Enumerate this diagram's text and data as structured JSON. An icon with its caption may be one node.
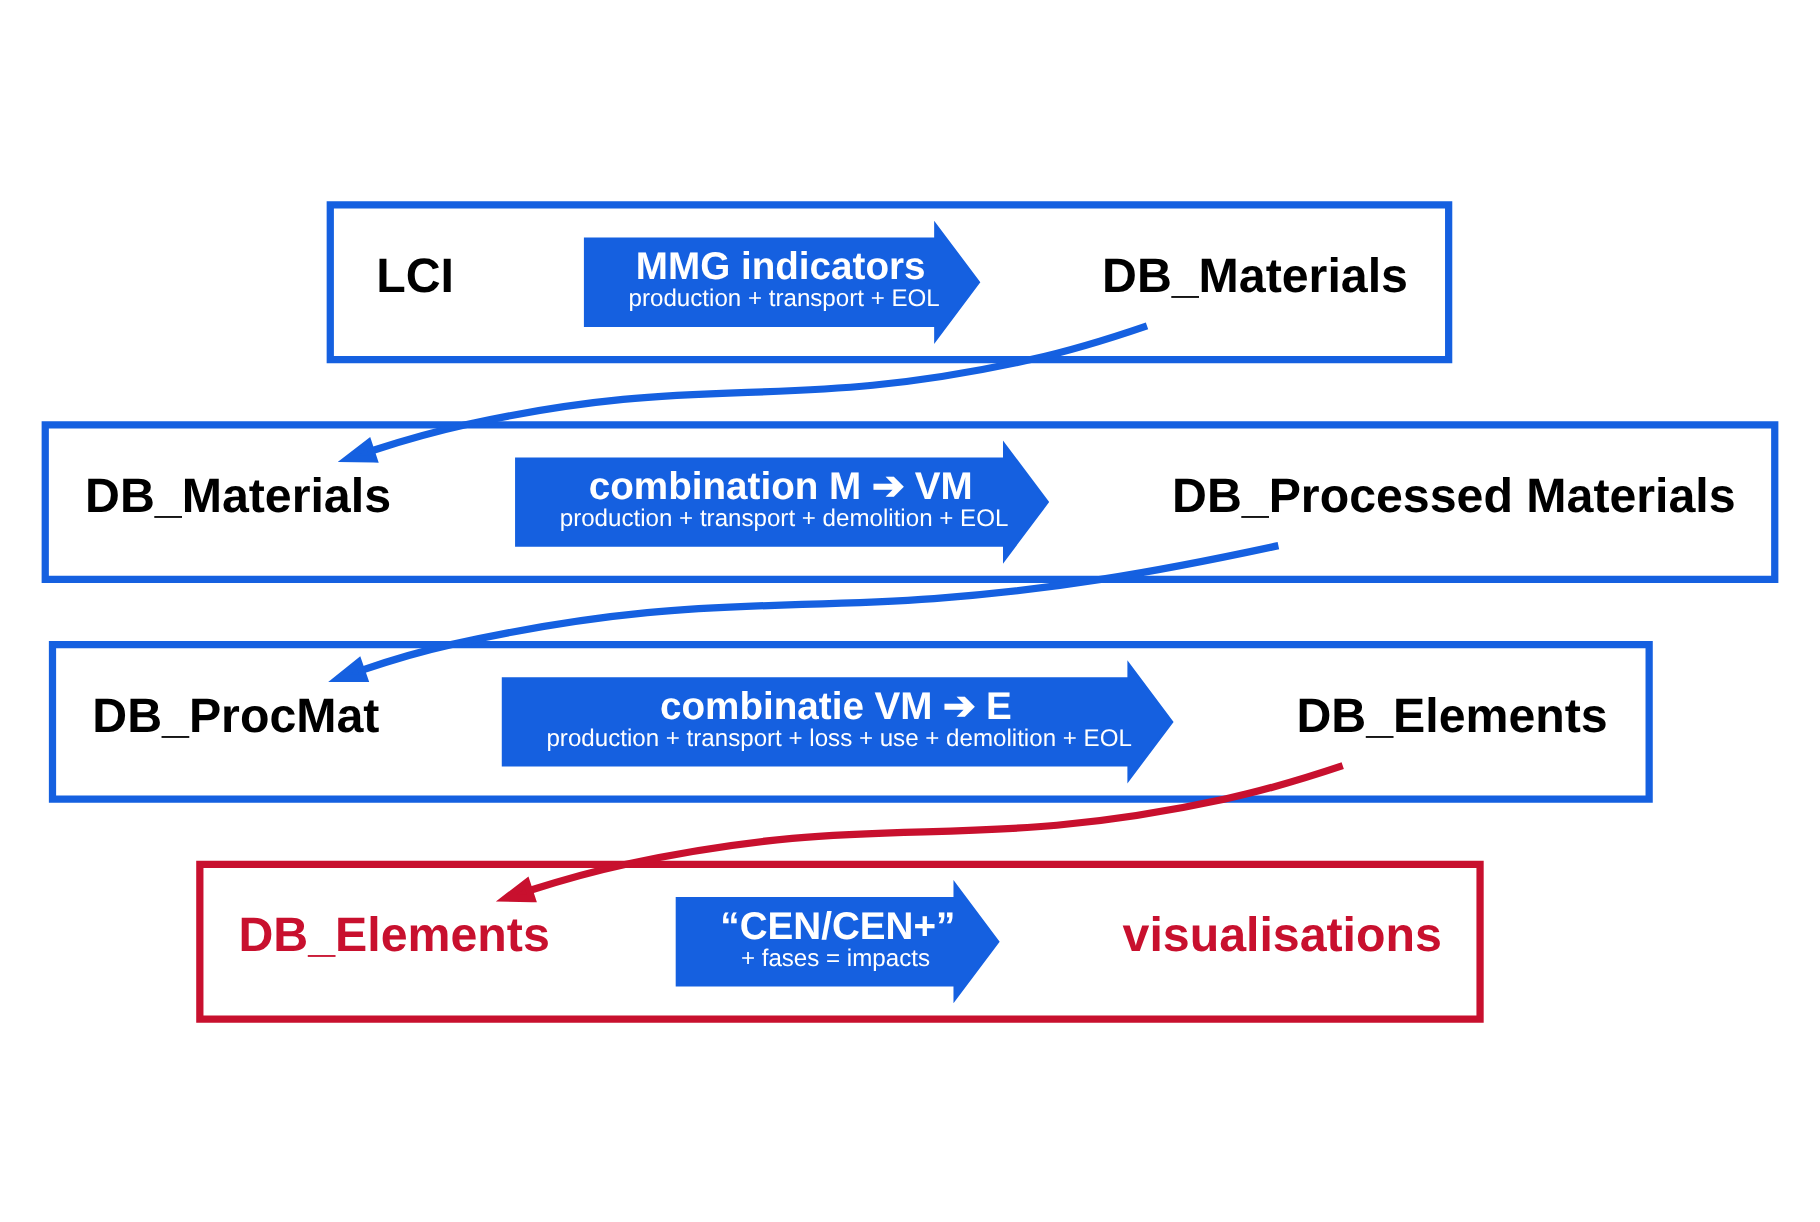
{
  "diagram": {
    "nodes": [
      {
        "text": [],
        "shape": "box"
      },
      {
        "text": [
          "LCI"
        ],
        "in": 0
      },
      {
        "text": [
          "MMG indicators",
          "production + transport + EOL"
        ],
        "in": 0
      },
      {
        "text": [
          "DB_Materials"
        ],
        "in": 0
      },
      {
        "text": [],
        "shape": "box"
      },
      {
        "text": [
          "DB_Materials"
        ],
        "in": 4
      },
      {
        "text": [
          "combination M ➔ VM",
          "production + transport + demolition + EOL"
        ],
        "in": 4
      },
      {
        "text": [
          "DB_Processed Materials"
        ],
        "in": 4
      },
      {
        "text": [],
        "shape": "box"
      },
      {
        "text": [
          "DB_ProcMat"
        ],
        "in": 8
      },
      {
        "text": [
          "combinatie VM ➔ E",
          "production + transport + loss + use + demolition + EOL"
        ],
        "in": 8
      },
      {
        "text": [
          "DB_Elements"
        ],
        "in": 8
      },
      {
        "text": [],
        "shape": "box"
      },
      {
        "text": [
          "DB_Elements"
        ],
        "in": 12
      },
      {
        "text": [
          "“CEN/CEN+”",
          "+ fases = impacts"
        ],
        "in": 12
      },
      {
        "text": [
          "visualisations"
        ],
        "in": 12
      }
    ],
    "edges": [
      {
        "from": 3,
        "to": 5,
        "arrow": "to"
      },
      {
        "from": 7,
        "to": 9,
        "arrow": "to"
      },
      {
        "from": 11,
        "to": 13,
        "arrow": "to",
        "color": "#c8102e"
      }
    ]
  }
}
